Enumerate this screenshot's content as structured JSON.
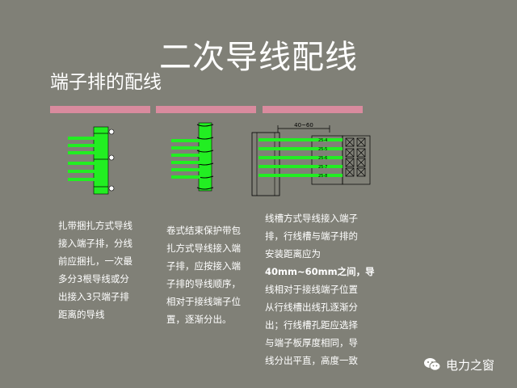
{
  "slide": {
    "title": "二次导线配线",
    "subtitle": "端子排的配线"
  },
  "colors": {
    "background": "#808077",
    "accent_bar": "#d98b9e",
    "wire_green": "#22ee22",
    "text": "#ffffff"
  },
  "panel1": {
    "lines": [
      "扎带捆扎方式导线",
      "接入端子排，分线",
      "前应捆扎，一次最",
      "多分3根导线或分",
      "出接入3只端子排",
      "距离的导线"
    ]
  },
  "panel2": {
    "lines": [
      "卷式结束保护带包",
      "扎方式导线接入端",
      "子排，应按接入端",
      "子排的导线顺序，",
      "相对于接线端子位",
      "置，逐渐分出。"
    ]
  },
  "panel3": {
    "dimension_label": "40~60",
    "terminal_labels": [
      "25-4",
      "25-5",
      "25-6",
      "25-7",
      "25-8"
    ],
    "lines": [
      "线槽方式导线接入端子",
      "排，行线槽与端子排的",
      "安装距离应为",
      "40mm~60mm之间，导",
      "线相对于接线端子位置",
      "从行线槽出线孔逐渐分",
      "出；行线槽孔距应选择",
      "与端子板厚度相同，导",
      "线分出平直，高度一致"
    ]
  },
  "watermark": {
    "icon": "wechat-icon",
    "label": "电力之窗"
  }
}
